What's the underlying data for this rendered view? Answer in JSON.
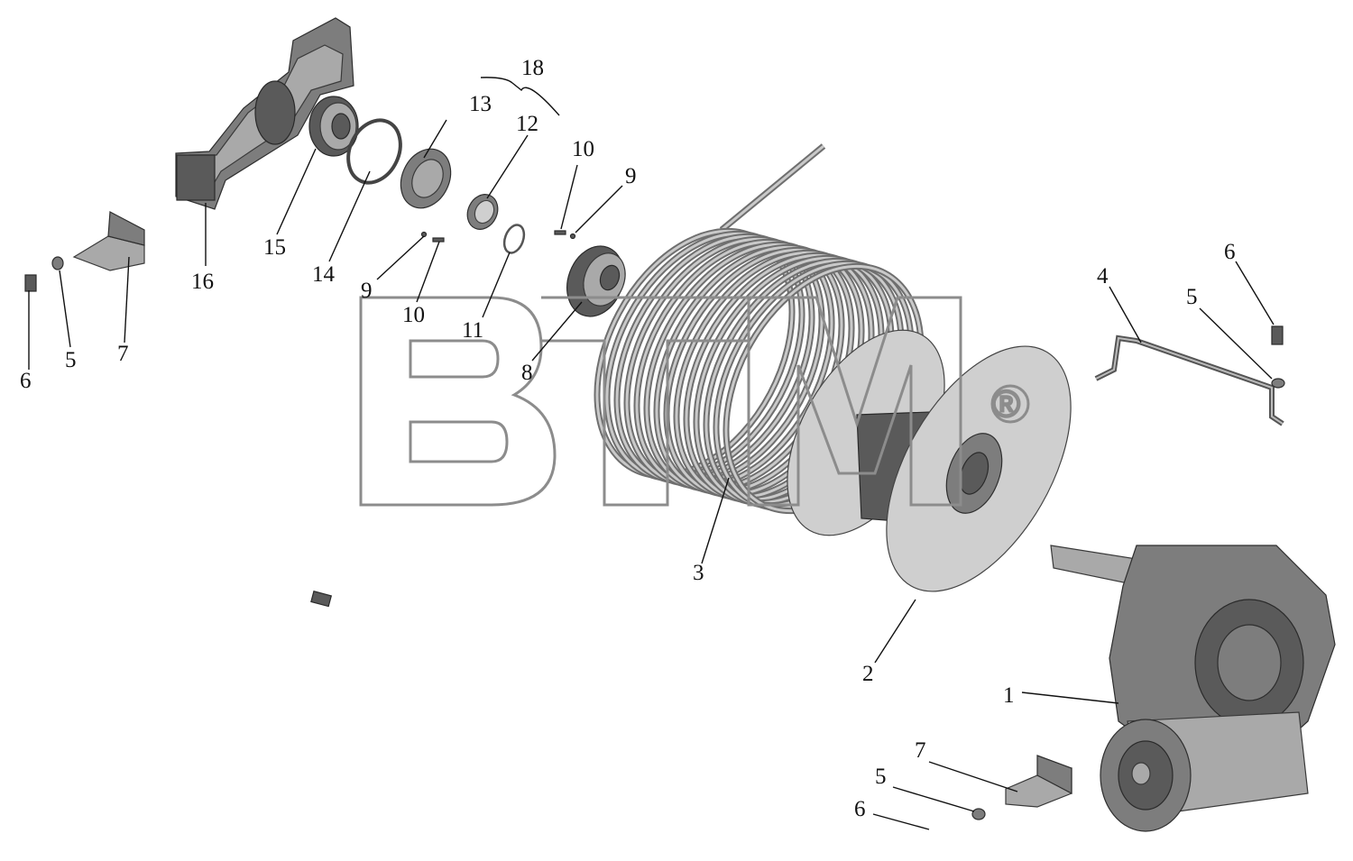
{
  "labels": {
    "l1": "1",
    "l2": "2",
    "l3": "3",
    "l4": "4",
    "l5a": "5",
    "l5b": "5",
    "l5c": "5",
    "l6a": "6",
    "l6b": "6",
    "l6c": "6",
    "l7a": "7",
    "l7b": "7",
    "l8": "8",
    "l9a": "9",
    "l9b": "9",
    "l10a": "10",
    "l10b": "10",
    "l11": "11",
    "l12": "12",
    "l13": "13",
    "l14": "14",
    "l15": "15",
    "l16": "16",
    "l18": "18"
  },
  "watermark": {
    "text": "BTM",
    "mark": "®"
  },
  "colors": {
    "part_dark": "#5a5a5a",
    "part_light": "#a9a9a9",
    "watermark": "#8c8c8c"
  }
}
